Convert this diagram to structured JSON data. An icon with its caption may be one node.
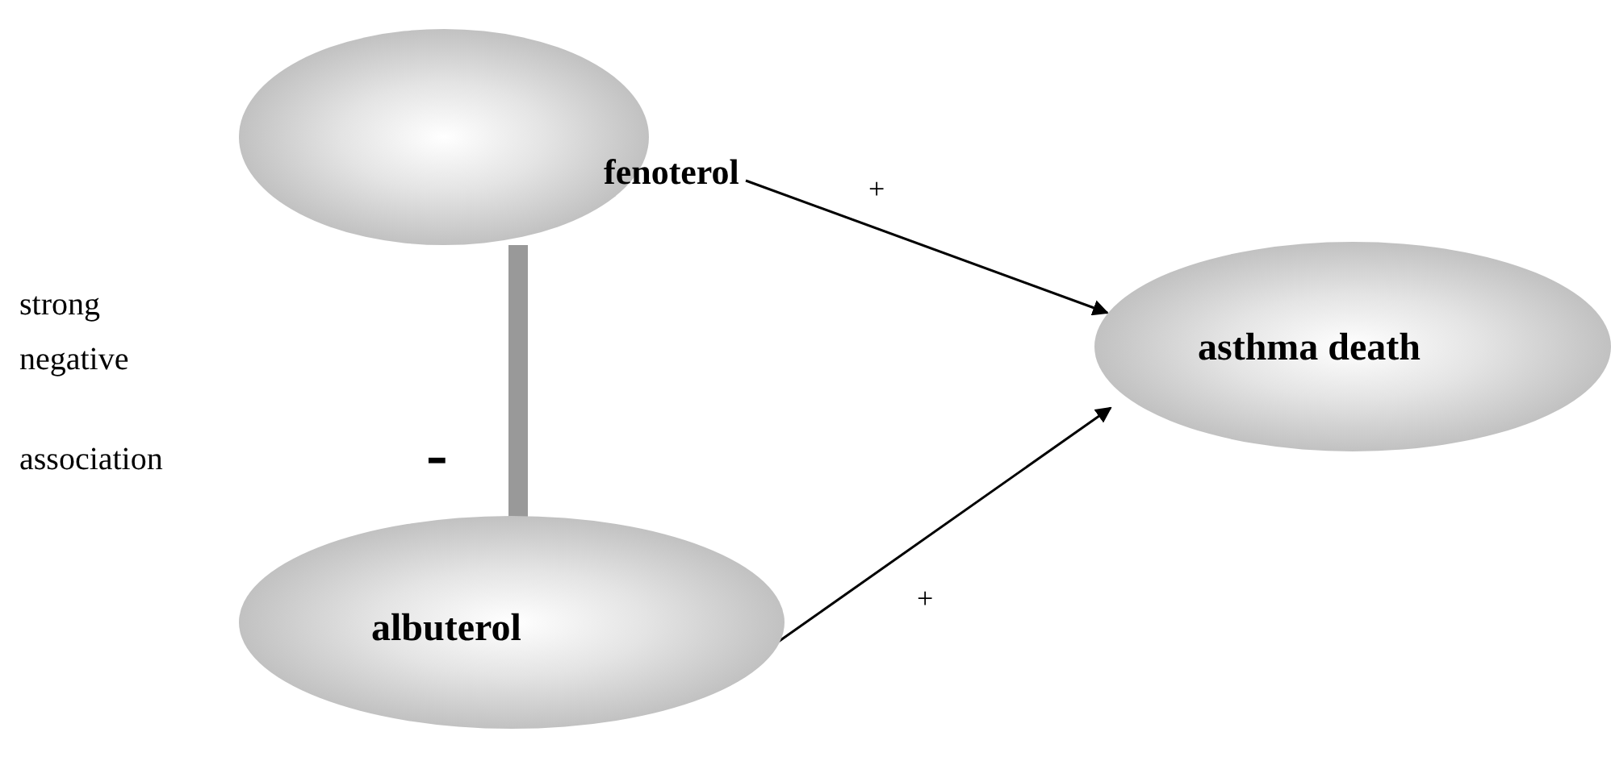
{
  "diagram": {
    "nodes": [
      {
        "text": [
          "fenoterol"
        ]
      },
      {
        "text": [
          "asthma death"
        ]
      },
      {
        "text": [
          "albuterol"
        ]
      }
    ],
    "edges": [
      {
        "from": 0,
        "to": 1,
        "arrow": "to",
        "label": "+"
      },
      {
        "from": 2,
        "to": 1,
        "arrow": "to",
        "label": "+"
      },
      {
        "from": 0,
        "to": 2,
        "arrow": "none",
        "label": "-",
        "style": "thick",
        "color": "#999999"
      }
    ],
    "labels": [
      "strong negative",
      "association"
    ]
  }
}
